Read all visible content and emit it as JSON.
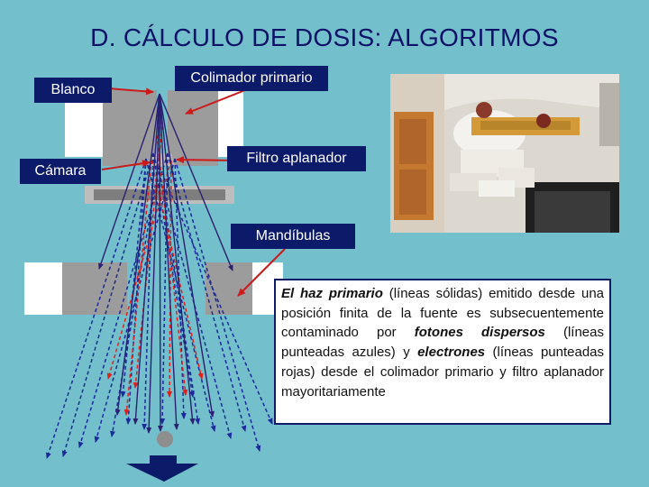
{
  "title": "D. CÁLCULO DE DOSIS: ALGORITMOS",
  "labels": {
    "blanco": "Blanco",
    "camara": "Cámara",
    "colimador": "Colimador primario",
    "filtro": "Filtro aplanador",
    "mandibulas": "Mandíbulas"
  },
  "description": {
    "p1": "El haz primario",
    "p2": " (líneas sólidas) emitido desde  una posición finita de la fuente es subsecuentemente contaminado por ",
    "p3": "fotones dispersos",
    "p4": " (líneas punteadas azules)   y ",
    "p5": "electrones",
    "p6": " (líneas punteadas rojas) desde el colimador primario y filtro aplanador mayoritariamente"
  },
  "colors": {
    "background": "#73bfcb",
    "title": "#0d1268",
    "label_bg": "#0c1a6a",
    "primary_beam": "#2a2070",
    "scatter_photons": "#1a2a9a",
    "electrons": "#e0201a",
    "pointer": "#cc1a1a"
  }
}
